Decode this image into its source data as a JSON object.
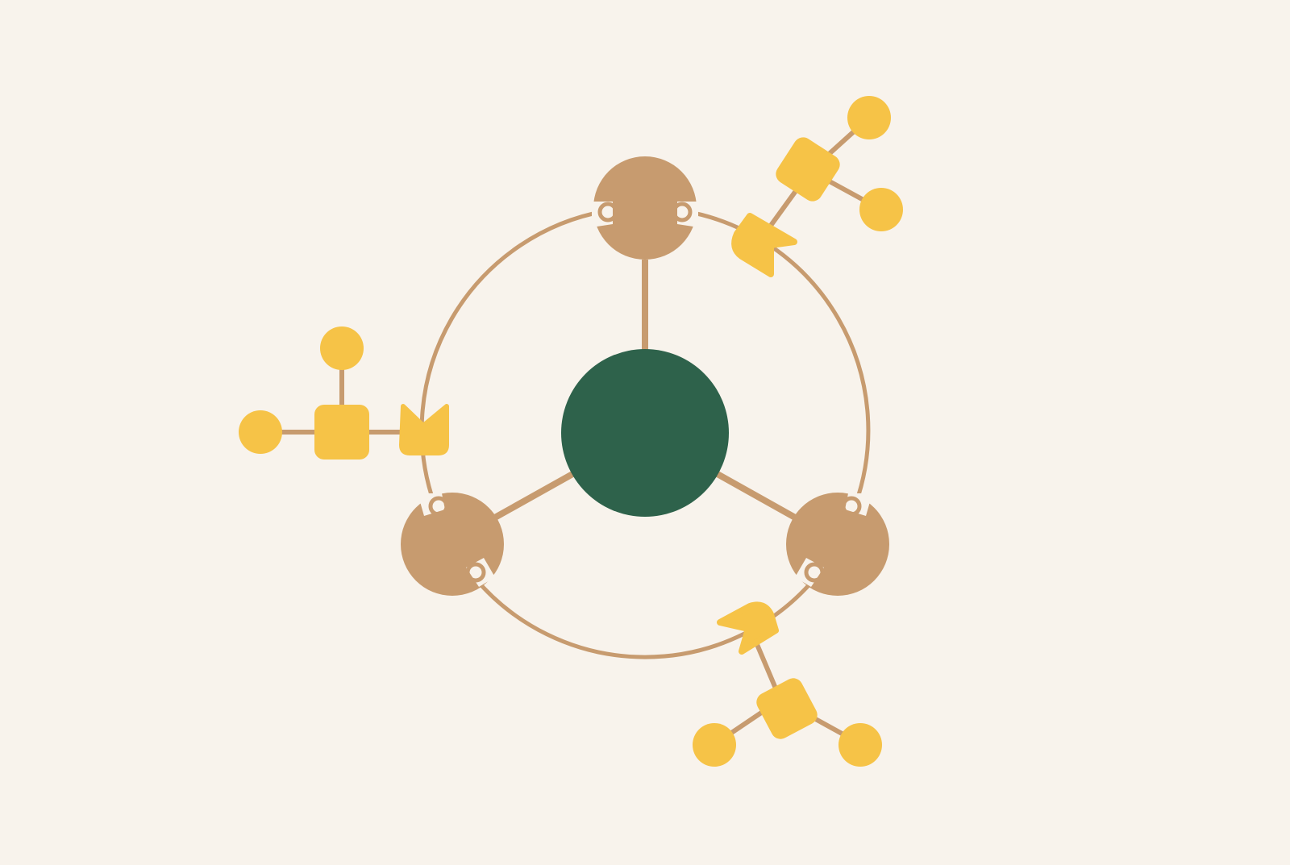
{
  "diagram": {
    "colors": {
      "background": "#f8f3ec",
      "hub": "#2e624b",
      "satellite": "#c79b6f",
      "connector": "#c79b6f",
      "ring": "#c79b6f",
      "accent": "#f6c347"
    },
    "nodes": [
      {
        "id": "hub",
        "kind": "hub-circle"
      },
      {
        "id": "top",
        "kind": "satellite-circle"
      },
      {
        "id": "bottom-left",
        "kind": "satellite-circle"
      },
      {
        "id": "bottom-right",
        "kind": "satellite-circle"
      }
    ],
    "edges": [
      {
        "from": "hub",
        "to": "top"
      },
      {
        "from": "hub",
        "to": "bottom-left"
      },
      {
        "from": "hub",
        "to": "bottom-right"
      }
    ],
    "ring_arcs": [
      {
        "from": "top",
        "to": "bottom-right",
        "direction": "clockwise"
      },
      {
        "from": "bottom-right",
        "to": "bottom-left",
        "direction": "clockwise"
      },
      {
        "from": "bottom-left",
        "to": "top",
        "direction": "clockwise"
      }
    ],
    "accent_groups": [
      {
        "id": "upper-right",
        "attached_to_arc": "top-to-bottom-right",
        "leaf_count": 2
      },
      {
        "id": "left",
        "attached_to_arc": "bottom-left-to-top",
        "leaf_count": 2
      },
      {
        "id": "lower-right",
        "attached_to_arc": "bottom-right-to-bottom-left",
        "leaf_count": 2
      }
    ]
  }
}
